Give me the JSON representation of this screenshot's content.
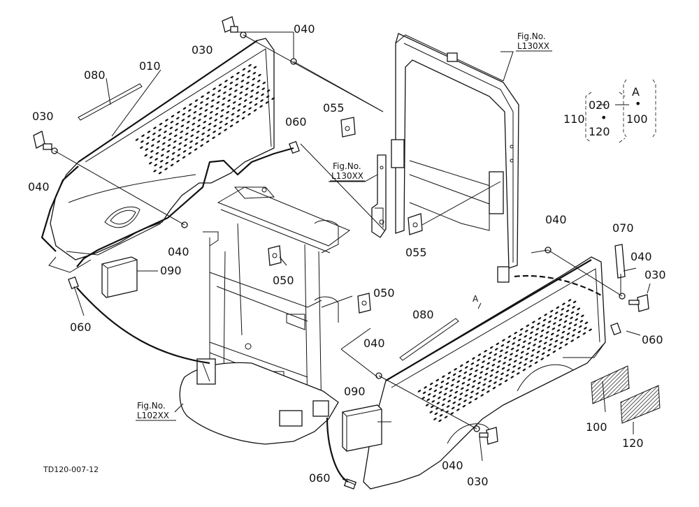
{
  "drawing_code": "TD120-007-12",
  "part_numbers": {
    "p010": "010",
    "p020": "020",
    "p030": "030",
    "p040": "040",
    "p050": "050",
    "p055": "055",
    "p060": "060",
    "p070": "070",
    "p080": "080",
    "p090": "090",
    "p100": "100",
    "p110": "110",
    "p120": "120"
  },
  "markers": {
    "a": "A",
    "dot": "•"
  },
  "figure_refs": {
    "label": "Fig.No.",
    "rops_frame": "L130XX",
    "base_frame": "L102XX"
  }
}
